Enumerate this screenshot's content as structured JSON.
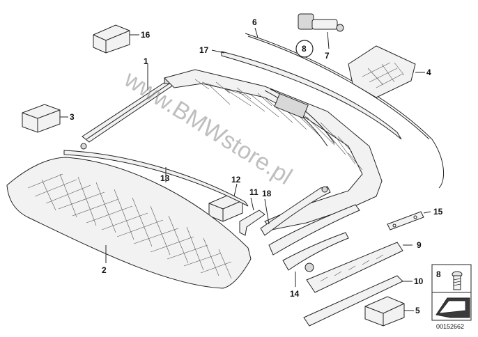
{
  "diagram": {
    "watermark": "www.BMWstore.pl",
    "reference_number": "00152662",
    "legend_box": {
      "label": "8"
    },
    "callouts": [
      {
        "id": "c1",
        "label": "1"
      },
      {
        "id": "c2",
        "label": "2"
      },
      {
        "id": "c3",
        "label": "3"
      },
      {
        "id": "c4",
        "label": "4"
      },
      {
        "id": "c5",
        "label": "5"
      },
      {
        "id": "c6",
        "label": "6"
      },
      {
        "id": "c7",
        "label": "7"
      },
      {
        "id": "c8",
        "label": "8"
      },
      {
        "id": "c9",
        "label": "9"
      },
      {
        "id": "c10",
        "label": "10"
      },
      {
        "id": "c11",
        "label": "11"
      },
      {
        "id": "c12",
        "label": "12"
      },
      {
        "id": "c13",
        "label": "13"
      },
      {
        "id": "c14",
        "label": "14"
      },
      {
        "id": "c15",
        "label": "15"
      },
      {
        "id": "c16",
        "label": "16"
      },
      {
        "id": "c17",
        "label": "17"
      },
      {
        "id": "c18",
        "label": "18"
      }
    ]
  }
}
